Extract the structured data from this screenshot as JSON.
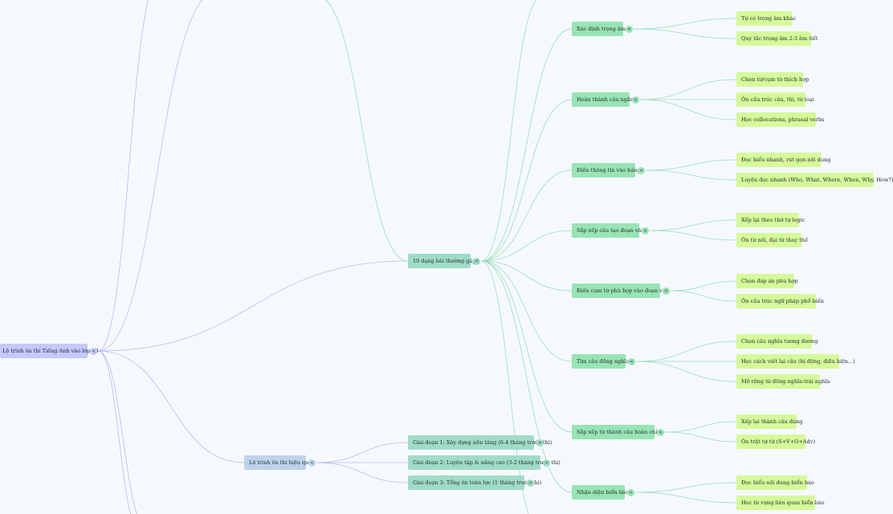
{
  "root": {
    "label": "Lộ trình ôn thi Tiếng Anh vào lớp 10",
    "toggle": "<"
  },
  "branch_strategy": {
    "label": "Lộ trình ôn thi hiệu quả",
    "toggle": "<",
    "phases": [
      {
        "label": "Giai đoạn 1: Xây dựng nền tảng (6-4 tháng trước thi)",
        "toggle": ">"
      },
      {
        "label": "Giai đoạn 2: Luyện tập & nâng cao (3-2 tháng trước thi)",
        "toggle": ">"
      },
      {
        "label": "Giai đoạn 3: Tổng ôn toàn lực (1 tháng trước thi)",
        "toggle": ">"
      }
    ]
  },
  "branch_types": {
    "label": "10 dạng bài thường gặp",
    "toggle": "<",
    "types": [
      {
        "label": "Xác định trọng âm",
        "toggle": "<",
        "tips": [
          "Từ có trọng âm khác",
          "Quy tắc trọng âm 2-3 âm tiết"
        ]
      },
      {
        "label": "Hoàn thành câu ngắn",
        "toggle": "<",
        "tips": [
          "Chọn từ/cụm từ thích hợp",
          "Ôn cấu trúc câu, thì, từ loại",
          "Học collocations, phrasal verbs"
        ]
      },
      {
        "label": "Điền thông tin vào bảng",
        "toggle": "<",
        "tips": [
          "Đọc hiểu nhanh, rút gọn nội dung",
          "Luyện đọc nhanh (Who, What, Where, When, Why, How?)"
        ]
      },
      {
        "label": "Sắp xếp câu tạo đoạn văn",
        "toggle": "<",
        "tips": [
          "Xếp lại theo thứ tự logic",
          "Ôn từ nối, đại từ thay thế"
        ]
      },
      {
        "label": "Điền cụm từ phù hợp vào đoạn văn",
        "toggle": "<",
        "tips": [
          "Chọn đáp án phù hợp",
          "Ôn cấu trúc ngữ pháp phổ biến"
        ]
      },
      {
        "label": "Tìm câu đồng nghĩa",
        "toggle": "<",
        "tips": [
          "Chọn câu nghĩa tương đương",
          "Học cách viết lại câu (bị động, điều kiện...)",
          "Mở rộng từ đồng nghĩa-trái nghĩa"
        ]
      },
      {
        "label": "Sắp xếp từ thành câu hoàn chỉnh",
        "toggle": "<",
        "tips": [
          "Xếp lại thành câu đúng",
          "Ôn trật tự từ (S+V+O+Adv)"
        ]
      },
      {
        "label": "Nhận diện biển báo",
        "toggle": "<",
        "tips": [
          "Đọc hiểu nội dung biển báo",
          "Học từ vựng liên quan biển báo"
        ]
      }
    ]
  },
  "colors": {
    "background": "#f5f9fd",
    "root": "#c5c9fb",
    "level1": "#bcd3ee",
    "level2": "#9fdcc8",
    "level3": "#98e4b5",
    "level4": "#d6f99a",
    "edge_blue": "#b4bcf2",
    "edge_green": "#9cdcbc"
  }
}
